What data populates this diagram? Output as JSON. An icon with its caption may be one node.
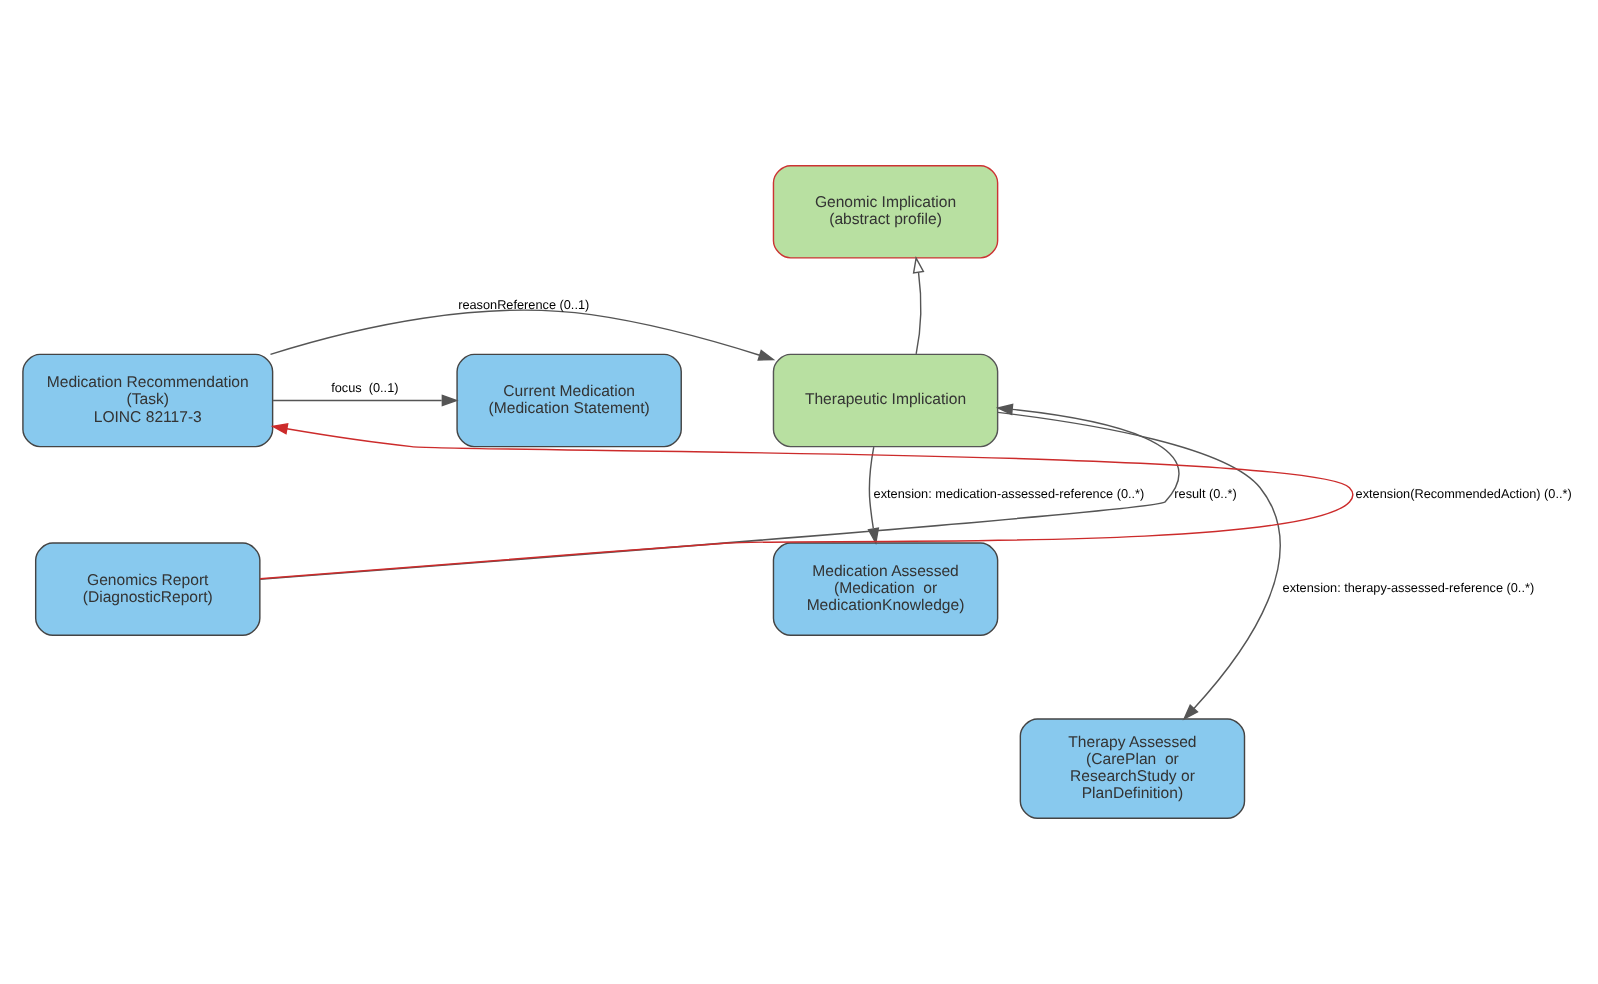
{
  "diagram": {
    "nodes": [
      {
        "text": [
          "Genomic Implication",
          "(abstract profile)"
        ]
      },
      {
        "text": [
          "Therapeutic Implication"
        ]
      },
      {
        "text": [
          "Medication Recommendation",
          "(Task)",
          "LOINC 82117-3"
        ]
      },
      {
        "text": [
          "Current Medication",
          "(Medication Statement)"
        ]
      },
      {
        "text": [
          "Medication Assessed",
          "(Medication  or MedicationKnowledge)"
        ]
      },
      {
        "text": [
          "Genomics Report",
          "(DiagnosticReport)"
        ]
      },
      {
        "text": [
          "Therapy Assessed",
          "(CarePlan  or ResearchStudy or  PlanDefinition)"
        ]
      }
    ],
    "edges": [
      {
        "from": 1,
        "to": 0,
        "arrow": "to"
      },
      {
        "from": 2,
        "to": 1,
        "arrow": "to",
        "label": "reasonReference (0..1)"
      },
      {
        "from": 2,
        "to": 3,
        "arrow": "to",
        "label": "focus  (0..1)"
      },
      {
        "from": 5,
        "to": 1,
        "arrow": "to",
        "label": "result (0..*)"
      },
      {
        "from": 5,
        "to": 2,
        "arrow": "to",
        "label": "extension(RecommendedAction) (0..*)",
        "color": "#cc2b2b"
      },
      {
        "from": 1,
        "to": 4,
        "arrow": "to",
        "label": "extension: medication-assessed-reference (0..*)"
      },
      {
        "from": 1,
        "to": 6,
        "arrow": "to",
        "label": "extension: therapy-assessed-reference (0..*)"
      }
    ]
  }
}
